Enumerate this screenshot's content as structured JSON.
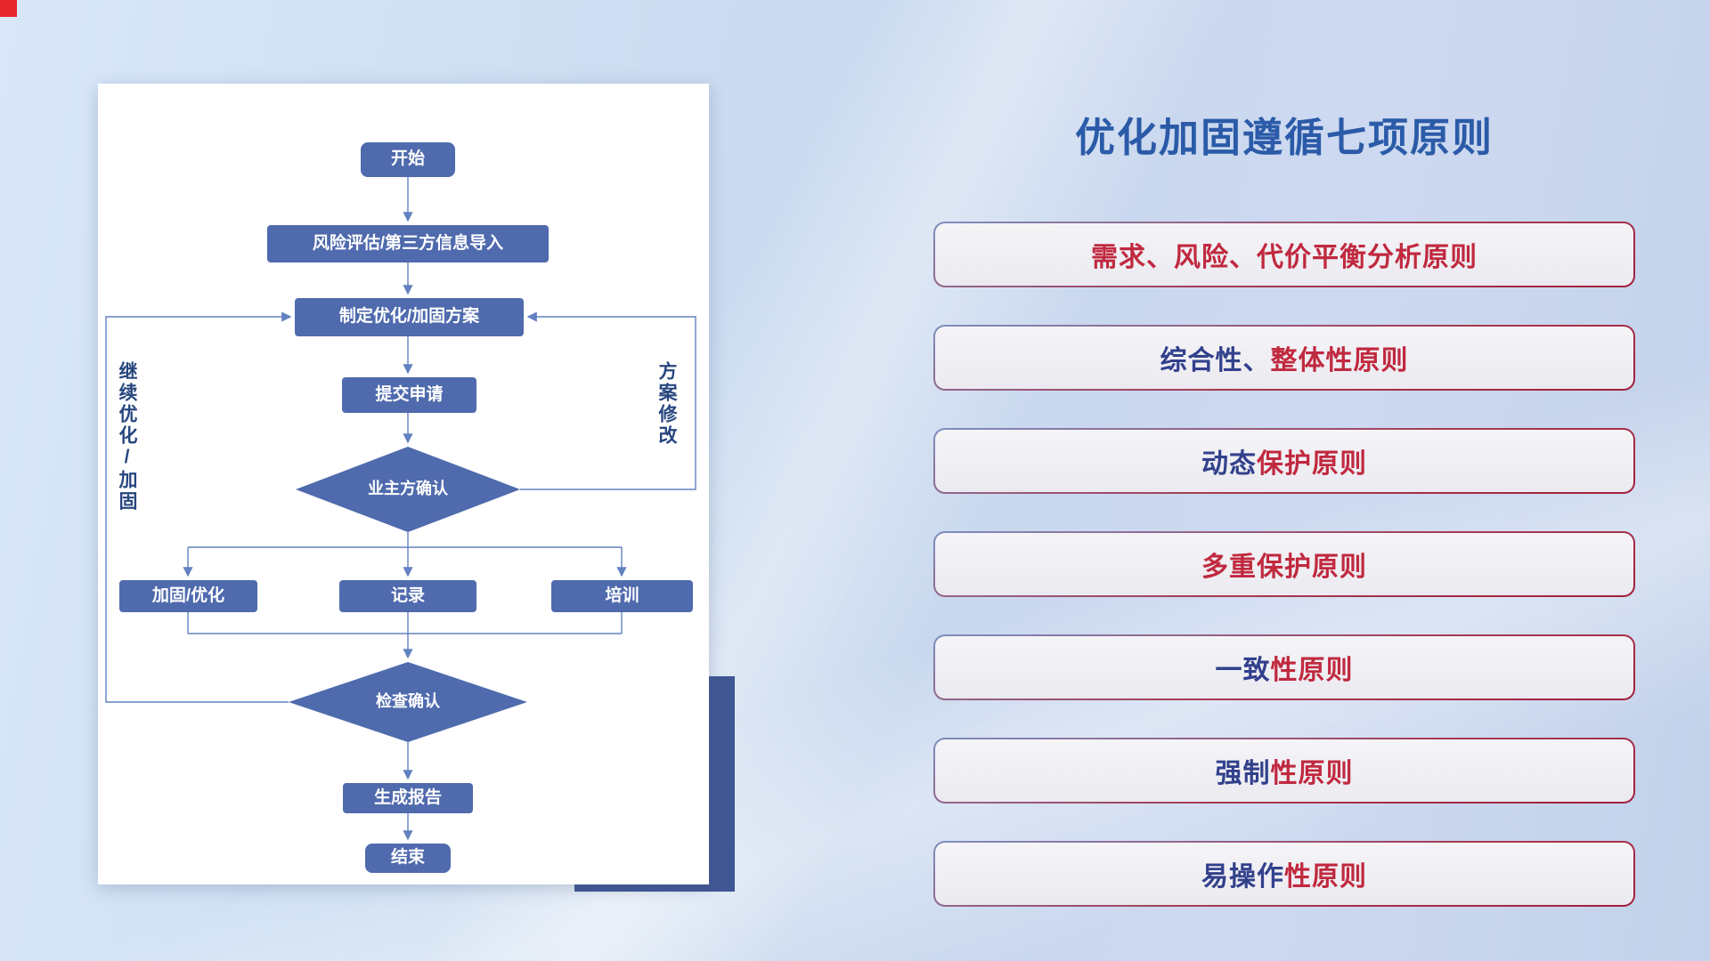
{
  "colors": {
    "title_blue": "#2b5ba8",
    "principle_red": "#c0293f",
    "principle_blue": "#32418c",
    "node_fill": "#4f6aad",
    "connector": "#6281c1",
    "accent_navy": "#3f5794",
    "corner_red": "#e8262d"
  },
  "panel_title": {
    "text": "优化加固遵循七项原则"
  },
  "flowchart": {
    "nodes": {
      "start": "开始",
      "risk_import": "风险评估/第三方信息导入",
      "make_plan": "制定优化/加固方案",
      "submit_request": "提交申请",
      "owner_confirm": "业主方确认",
      "harden_optimize": "加固/优化",
      "record": "记录",
      "training": "培训",
      "check_confirm": "检查确认",
      "generate_report": "生成报告",
      "end": "结束"
    },
    "loop_labels": {
      "left": "继续优化/加固",
      "right": "方案修改"
    }
  },
  "principles": [
    {
      "segments": [
        {
          "text": "需求、风险、代价平衡分析原则",
          "color": "red"
        }
      ]
    },
    {
      "segments": [
        {
          "text": "综合性、",
          "color": "blue"
        },
        {
          "text": "整体性原则",
          "color": "red"
        }
      ]
    },
    {
      "segments": [
        {
          "text": "动态",
          "color": "blue"
        },
        {
          "text": "保护原则",
          "color": "red"
        }
      ]
    },
    {
      "segments": [
        {
          "text": "多重保护原则",
          "color": "red"
        }
      ]
    },
    {
      "segments": [
        {
          "text": "一致",
          "color": "blue"
        },
        {
          "text": "性原则",
          "color": "red"
        }
      ]
    },
    {
      "segments": [
        {
          "text": "强制",
          "color": "blue"
        },
        {
          "text": "性原则",
          "color": "red"
        }
      ]
    },
    {
      "segments": [
        {
          "text": "易操作",
          "color": "blue"
        },
        {
          "text": "性原则",
          "color": "red"
        }
      ]
    }
  ]
}
